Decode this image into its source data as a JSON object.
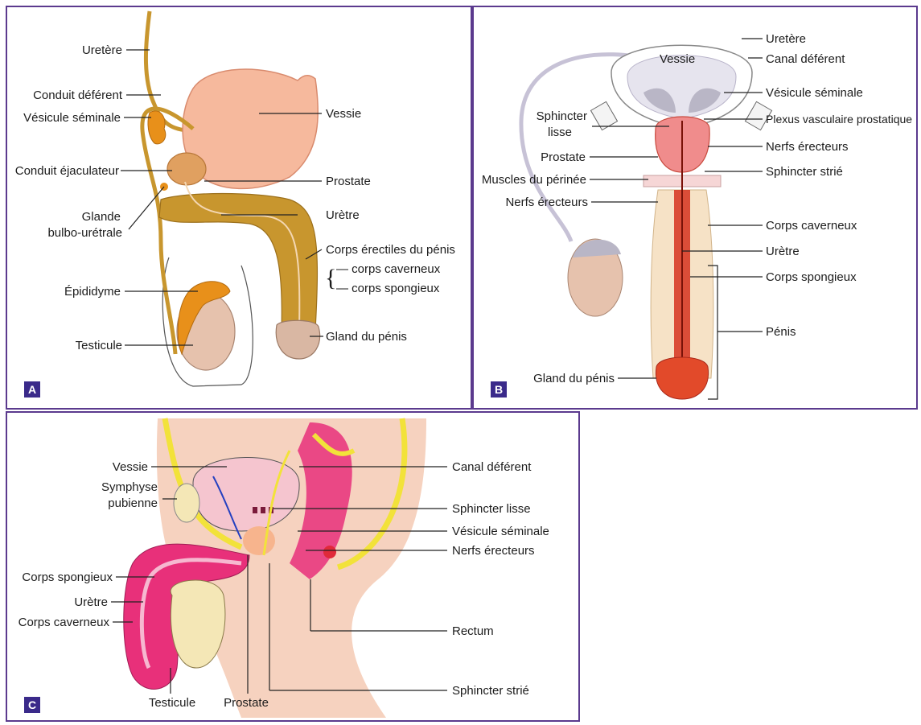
{
  "colors": {
    "frame": "#5b3a8e",
    "bladder": "#f6b99d",
    "prostate": "#e0a060",
    "penis_shaft": "#c8962e",
    "glans": "#d9b7a3",
    "testis": "#e6c2ad",
    "epididymis": "#e8901a",
    "urethra_red": "#d6331f",
    "pink": "#e8307a",
    "nerve_yellow": "#f2e23a",
    "vessel_blue": "#2440c0",
    "badge": "#3a2a8a"
  },
  "panel_a": {
    "badge": "A",
    "labels": {
      "uretere": "Uretère",
      "conduit_deferent": "Conduit déférent",
      "vesicule_seminale": "Vésicule séminale",
      "conduit_ejaculateur": "Conduit éjaculateur",
      "glande_1": "Glande",
      "glande_2": "bulbo-urétrale",
      "epididyme": "Épididyme",
      "testicule": "Testicule",
      "vessie": "Vessie",
      "prostate": "Prostate",
      "uretre": "Urètre",
      "corps_erectiles": "Corps érectiles du pénis",
      "corps_caverneux": "— corps caverneux",
      "corps_spongieux": "— corps spongieux",
      "brace": "{",
      "gland": "Gland du pénis"
    }
  },
  "panel_b": {
    "badge": "B",
    "labels": {
      "vessie": "Vessie",
      "uretere": "Uretère",
      "canal_deferent": "Canal déférent",
      "vesicule_seminale": "Vésicule séminale",
      "plexus": "Plexus vasculaire prostatique",
      "nerfs_erecteurs_r": "Nerfs érecteurs",
      "sphincter_strie": "Sphincter strié",
      "sphincter_1": "Sphincter",
      "sphincter_2": "lisse",
      "prostate": "Prostate",
      "muscles": "Muscles du périnée",
      "nerfs_erecteurs_l": "Nerfs érecteurs",
      "corps_caverneux": "Corps caverneux",
      "uretre": "Urètre",
      "corps_spongieux": "Corps spongieux",
      "penis": "Pénis",
      "gland": "Gland du pénis"
    }
  },
  "panel_c": {
    "badge": "C",
    "labels": {
      "vessie": "Vessie",
      "symphyse_1": "Symphyse",
      "symphyse_2": "pubienne",
      "corps_spongieux": "Corps spongieux",
      "uretre": "Urètre",
      "corps_caverneux": "Corps caverneux",
      "testicule": "Testicule",
      "prostate": "Prostate",
      "canal_deferent": "Canal déférent",
      "sphincter_lisse": "Sphincter lisse",
      "vesicule_seminale": "Vésicule séminale",
      "nerfs_erecteurs": "Nerfs érecteurs",
      "rectum": "Rectum",
      "sphincter_strie": "Sphincter strié"
    }
  }
}
